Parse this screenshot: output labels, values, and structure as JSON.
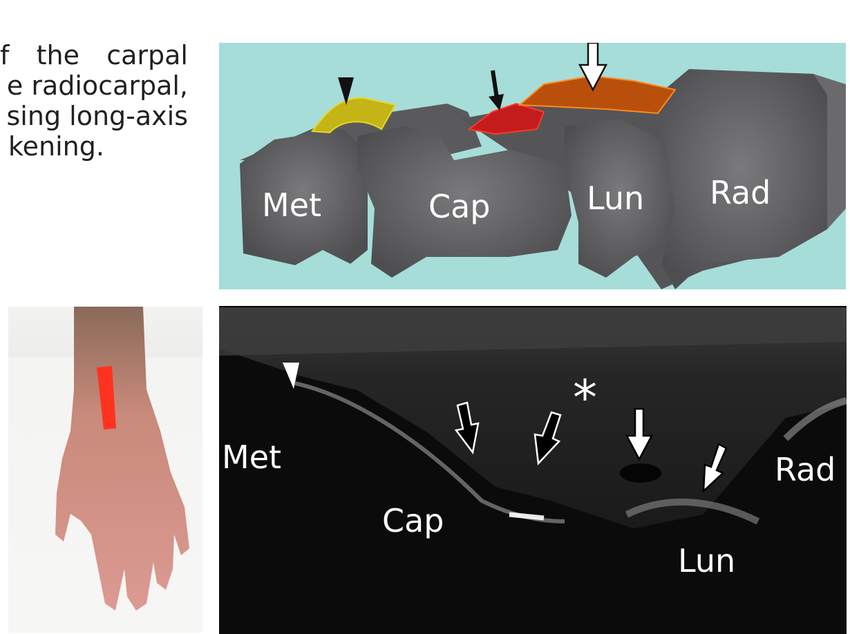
{
  "caption": {
    "lines": [
      "f  the  carpal",
      "e radiocarpal,",
      "sing long-axis",
      "kening."
    ]
  },
  "diagram": {
    "background": "#a6ddd9",
    "bone_color": "#5c5c5e",
    "labels": {
      "met": "Met",
      "cap": "Cap",
      "lun": "Lun",
      "rad": "Rad"
    },
    "ligaments": [
      {
        "name": "yellow-ligament",
        "color": "#d9c21a",
        "marker": "black-arrowhead"
      },
      {
        "name": "red-ligament",
        "color": "#d42020",
        "marker": "black-arrow"
      },
      {
        "name": "orange-ligament",
        "color": "#c8560e",
        "marker": "white-outlined-arrow"
      }
    ]
  },
  "photo": {
    "probe_color": "#ff3220",
    "subject": "dorsal hand with probe position marker"
  },
  "ultrasound": {
    "labels": {
      "met": "Met",
      "cap": "Cap",
      "lun": "Lun",
      "rad": "Rad"
    },
    "markers": {
      "asterisk": "*",
      "arrowhead": "white-arrowhead",
      "black_arrows": 2,
      "white_arrows": 2
    }
  }
}
